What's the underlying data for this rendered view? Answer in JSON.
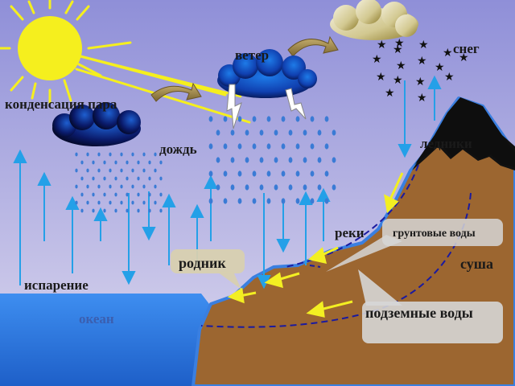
{
  "labels": {
    "snow": "снег",
    "wind": "ветер",
    "condensation": "конденсация пара",
    "rain": "дождь",
    "glaciers": "ледники",
    "rivers": "реки",
    "groundwater": "грунтовые воды",
    "spring": "родник",
    "land": "суша",
    "evaporation": "испарение",
    "ocean": "океан",
    "underground_water": "подземные воды"
  },
  "colors": {
    "sky_top": "#8f8fd8",
    "sky_bottom": "#d8d4ec",
    "sun": "#f5ef1e",
    "land": "#9c6630",
    "ocean": "#2f7de0",
    "glacier": "#111111",
    "raindrop": "#3a7bd5",
    "arrow_blue": "#24a0e8",
    "arrow_yellow": "#f3ef22",
    "dashed_line": "#1a1aa0",
    "callout": "#d6d6d6"
  }
}
